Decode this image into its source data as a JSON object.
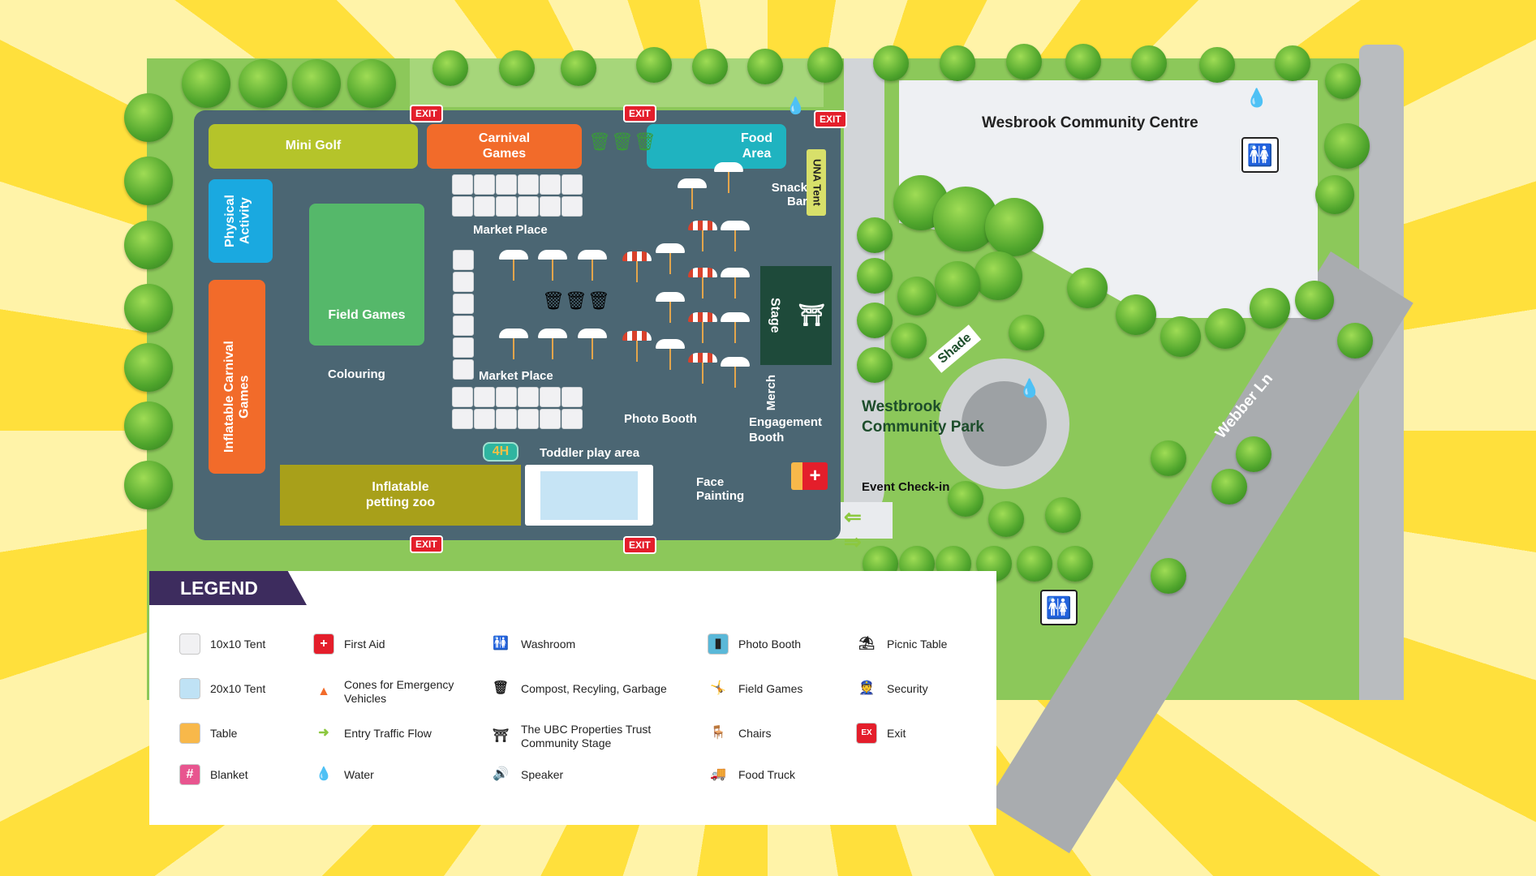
{
  "colors": {
    "event_area": "#4b6673",
    "mini_golf": "#b5c42a",
    "carnival": "#f26b2a",
    "food": "#1fb3c0",
    "physical": "#1aa9e0",
    "field": "#55b86a",
    "petting": "#a8a01a",
    "stage": "#1e4a3a",
    "exit": "#e41e2b",
    "legend_header": "#3d2c5e"
  },
  "zones": {
    "mini_golf": "Mini Golf",
    "carnival_games": "Carnival Games",
    "food_area": "Food Area",
    "una_tent": "UNA Tent",
    "physical_activity": "Physical Activity",
    "field_games": "Field Games",
    "inflatable_carnival": "Inflatable Carnival Games",
    "petting_zoo": "Inflatable petting zoo",
    "stage": "Stage",
    "four_h": "4H"
  },
  "labels": {
    "market_place_top": "Market Place",
    "market_place_bottom": "Market Place",
    "colouring": "Colouring",
    "photo_booth": "Photo Booth",
    "engagement_booth": "Engagement Booth",
    "toddler": "Toddler play area",
    "face_painting": "Face Painting",
    "merch": "Merch",
    "snack_bar": "Snack Bar",
    "event_checkin": "Event Check-in",
    "shade": "Shade",
    "webber": "Webber Ln",
    "park": "Westbrook Community Park",
    "centre": "Wesbrook Community Centre"
  },
  "exit_label": "EXIT",
  "legend": {
    "title": "LEGEND",
    "items": [
      {
        "icon": "tent-10x10",
        "label": "10x10 Tent"
      },
      {
        "icon": "first-aid",
        "label": "First Aid"
      },
      {
        "icon": "washroom",
        "label": "Washroom"
      },
      {
        "icon": "photo-booth",
        "label": "Photo Booth"
      },
      {
        "icon": "picnic-table",
        "label": "Picnic Table"
      },
      {
        "icon": "tent-20x10",
        "label": "20x10 Tent"
      },
      {
        "icon": "cone",
        "label": "Cones for Emergency Vehicles"
      },
      {
        "icon": "bins",
        "label": "Compost, Recyling, Garbage"
      },
      {
        "icon": "field-games",
        "label": "Field Games"
      },
      {
        "icon": "security",
        "label": "Security"
      },
      {
        "icon": "table",
        "label": "Table"
      },
      {
        "icon": "arrow",
        "label": "Entry Traffic Flow"
      },
      {
        "icon": "stage",
        "label": "The UBC Properties Trust Community Stage"
      },
      {
        "icon": "chair",
        "label": "Chairs"
      },
      {
        "icon": "exit",
        "label": "Exit"
      },
      {
        "icon": "blanket",
        "label": "Blanket"
      },
      {
        "icon": "water",
        "label": "Water"
      },
      {
        "icon": "speaker",
        "label": "Speaker"
      },
      {
        "icon": "food-truck",
        "label": "Food Truck"
      }
    ]
  }
}
